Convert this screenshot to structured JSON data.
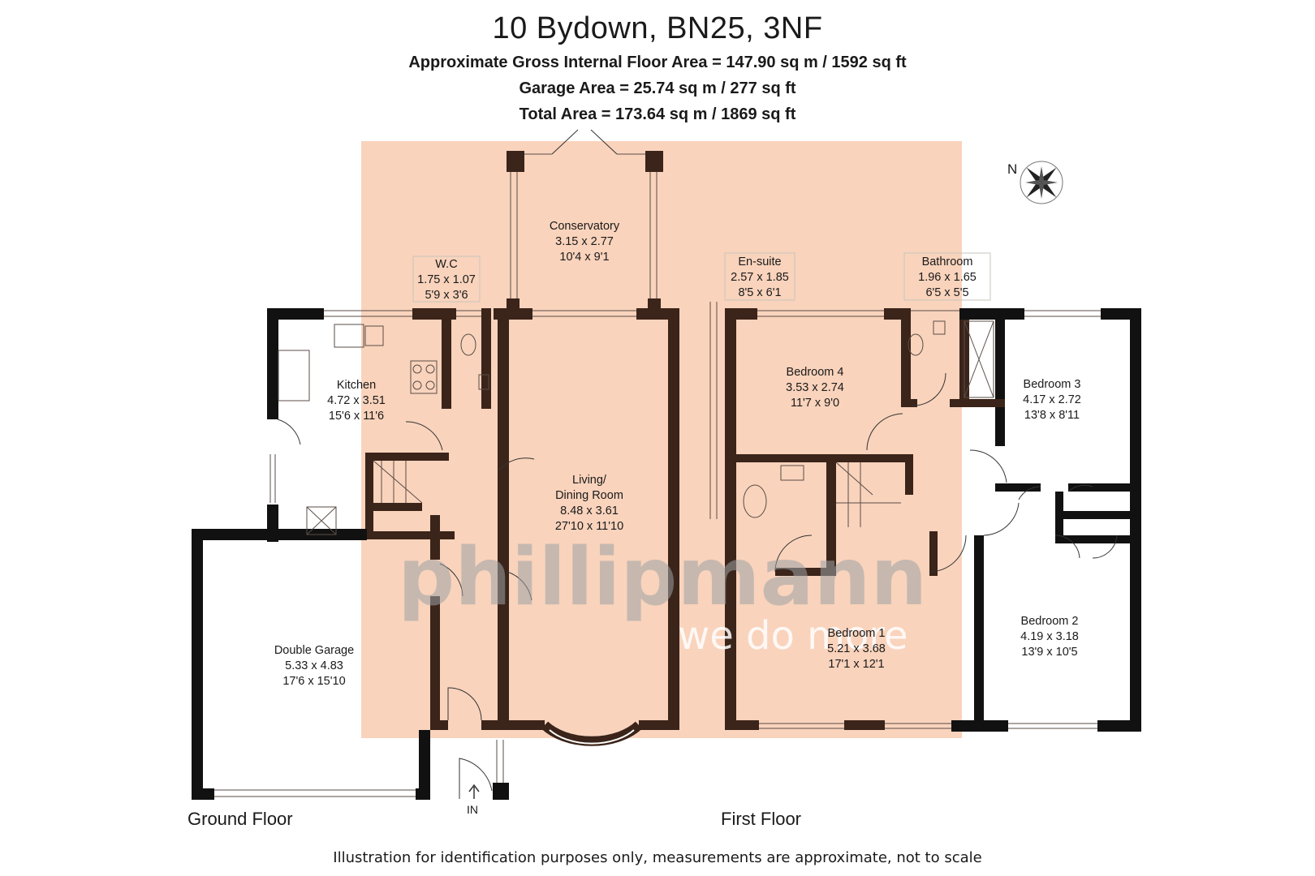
{
  "header": {
    "title": "10 Bydown, BN25, 3NF",
    "gross_area": "Approximate Gross Internal Floor Area = 147.90 sq m / 1592 sq ft",
    "garage_area": "Garage Area = 25.74 sq m / 277 sq ft",
    "total_area": "Total Area = 173.64 sq m / 1869 sq ft"
  },
  "colors": {
    "overlay": "#f7c7a9",
    "wall_dark": "#111111",
    "wall_brown": "#3b2419",
    "watermark_grey": "#9ea3a6"
  },
  "compass": {
    "label": "N",
    "icon": "compass-rose-icon"
  },
  "watermark": {
    "brand": "phillipmann",
    "slogan": "we do more"
  },
  "ground_floor": {
    "label": "Ground Floor",
    "entrance_label": "IN",
    "rooms": [
      {
        "name": "Conservatory",
        "metric": "3.15 x 2.77",
        "imperial": "10'4 x 9'1"
      },
      {
        "name": "W.C",
        "metric": "1.75 x 1.07",
        "imperial": "5'9 x 3'6"
      },
      {
        "name": "Kitchen",
        "metric": "4.72 x 3.51",
        "imperial": "15'6 x 11'6"
      },
      {
        "name_line1": "Living/",
        "name_line2": "Dining Room",
        "metric": "8.48 x 3.61",
        "imperial": "27'10 x 11'10"
      },
      {
        "name": "Double Garage",
        "metric": "5.33 x 4.83",
        "imperial": "17'6 x 15'10"
      }
    ]
  },
  "first_floor": {
    "label": "First Floor",
    "rooms": [
      {
        "name": "En-suite",
        "metric": "2.57 x 1.85",
        "imperial": "8'5 x 6'1"
      },
      {
        "name": "Bathroom",
        "metric": "1.96 x 1.65",
        "imperial": "6'5 x 5'5"
      },
      {
        "name": "Bedroom 4",
        "metric": "3.53 x 2.74",
        "imperial": "11'7 x 9'0"
      },
      {
        "name": "Bedroom 3",
        "metric": "4.17 x 2.72",
        "imperial": "13'8 x 8'11"
      },
      {
        "name": "Bedroom 1",
        "metric": "5.21 x 3.68",
        "imperial": "17'1 x 12'1"
      },
      {
        "name": "Bedroom 2",
        "metric": "4.19 x 3.18",
        "imperial": "13'9 x 10'5"
      }
    ]
  },
  "footer": {
    "disclaimer": "Illustration for identification purposes only, measurements are approximate, not to scale"
  }
}
